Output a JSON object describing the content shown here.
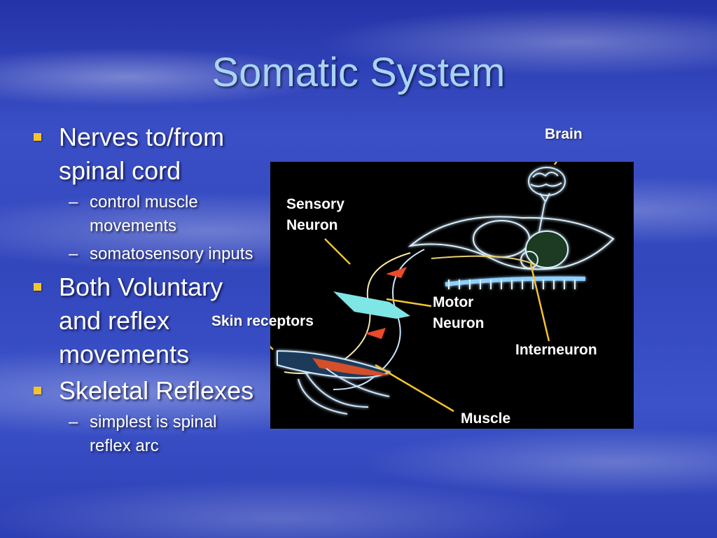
{
  "slide": {
    "title": "Somatic System"
  },
  "bullets": [
    {
      "text": "Nerves to/from spinal cord",
      "subitems": [
        "control muscle movements",
        "somatosensory inputs"
      ]
    },
    {
      "text": "Both Voluntary and reflex movements",
      "subitems": []
    },
    {
      "text": "Skeletal Reflexes",
      "subitems": [
        "simplest is spinal reflex arc"
      ]
    }
  ],
  "figure": {
    "labels": {
      "brain": "Brain",
      "sensory_neuron": "Sensory Neuron",
      "motor_neuron": "Motor Neuron",
      "skin_receptors": "Skin receptors",
      "interneuron": "Interneuron",
      "muscle": "Muscle"
    }
  },
  "colors": {
    "title": "#a9d4f5",
    "bullet_marker": "#f4c430",
    "leader_line": "#f4c430",
    "background": "#3347bd"
  }
}
